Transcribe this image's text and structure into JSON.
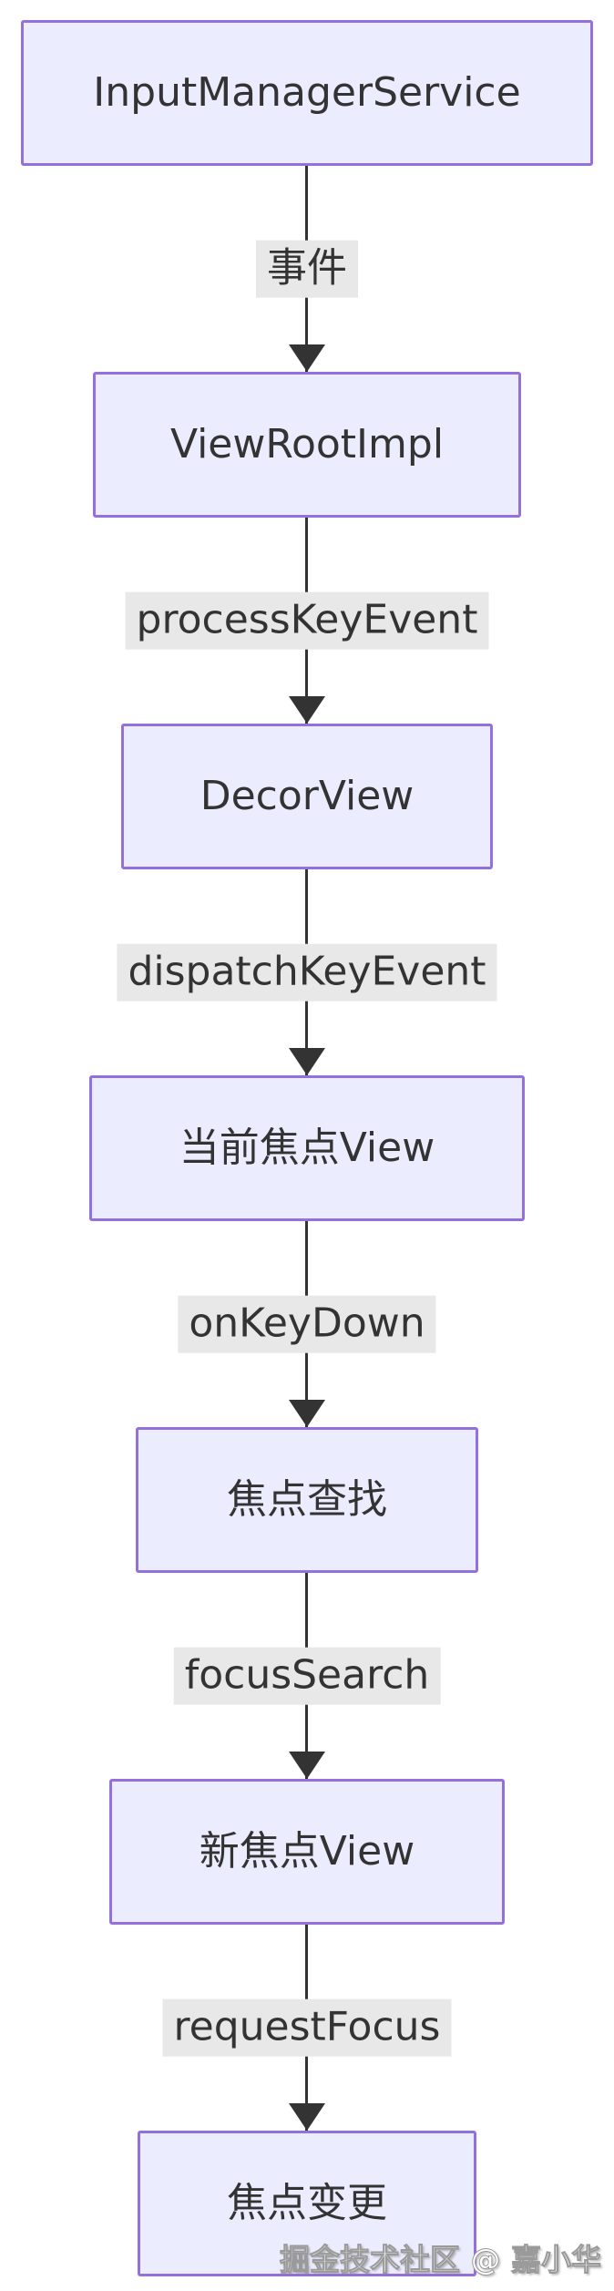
{
  "diagram": {
    "type": "flowchart",
    "direction": "top-down",
    "nodes": [
      {
        "id": "n1",
        "label": "InputManagerService"
      },
      {
        "id": "n2",
        "label": "ViewRootImpl"
      },
      {
        "id": "n3",
        "label": "DecorView"
      },
      {
        "id": "n4",
        "label": "当前焦点View"
      },
      {
        "id": "n5",
        "label": "焦点查找"
      },
      {
        "id": "n6",
        "label": "新焦点View"
      },
      {
        "id": "n7",
        "label": "焦点变更"
      }
    ],
    "edges": [
      {
        "from": "n1",
        "to": "n2",
        "label": "事件"
      },
      {
        "from": "n2",
        "to": "n3",
        "label": "processKeyEvent"
      },
      {
        "from": "n3",
        "to": "n4",
        "label": "dispatchKeyEvent"
      },
      {
        "from": "n4",
        "to": "n5",
        "label": "onKeyDown"
      },
      {
        "from": "n5",
        "to": "n6",
        "label": "focusSearch"
      },
      {
        "from": "n6",
        "to": "n7",
        "label": "requestFocus"
      }
    ],
    "colors": {
      "node_fill": "#ECECFF",
      "node_border": "#9370DB",
      "edge_line": "#333333",
      "edge_label_bg": "#e8e8e8",
      "text": "#333333",
      "background": "#ffffff"
    },
    "watermark": "掘金技术社区 @ 嘉小华"
  }
}
